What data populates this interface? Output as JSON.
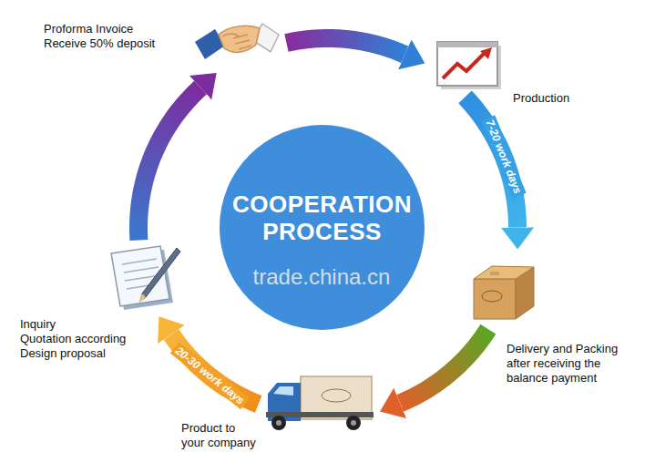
{
  "diagram": {
    "nodes": [
      {
        "text": [
          "COOPERATION PROCESS"
        ]
      },
      {
        "text": [
          "Proforma Invoice Receive 50% deposit"
        ]
      },
      {
        "text": [
          "Production"
        ]
      },
      {
        "text": [
          "Delivery and Packing after receiving the balance payment"
        ]
      },
      {
        "text": [
          "Product to your company"
        ]
      },
      {
        "text": [
          "Inquiry",
          "Quotation according Design proposal"
        ]
      }
    ],
    "edges": [
      {
        "from": 5,
        "to": 1,
        "arrow": "to"
      },
      {
        "from": 1,
        "to": 2,
        "arrow": "to"
      },
      {
        "from": 2,
        "to": 3,
        "label": "7-20 work days",
        "arrow": "to"
      },
      {
        "from": 3,
        "to": 4,
        "arrow": "to"
      },
      {
        "from": 4,
        "to": 5,
        "label": "20-30 work days",
        "arrow": "to"
      }
    ],
    "labels": [
      "trade.china.cn"
    ]
  }
}
